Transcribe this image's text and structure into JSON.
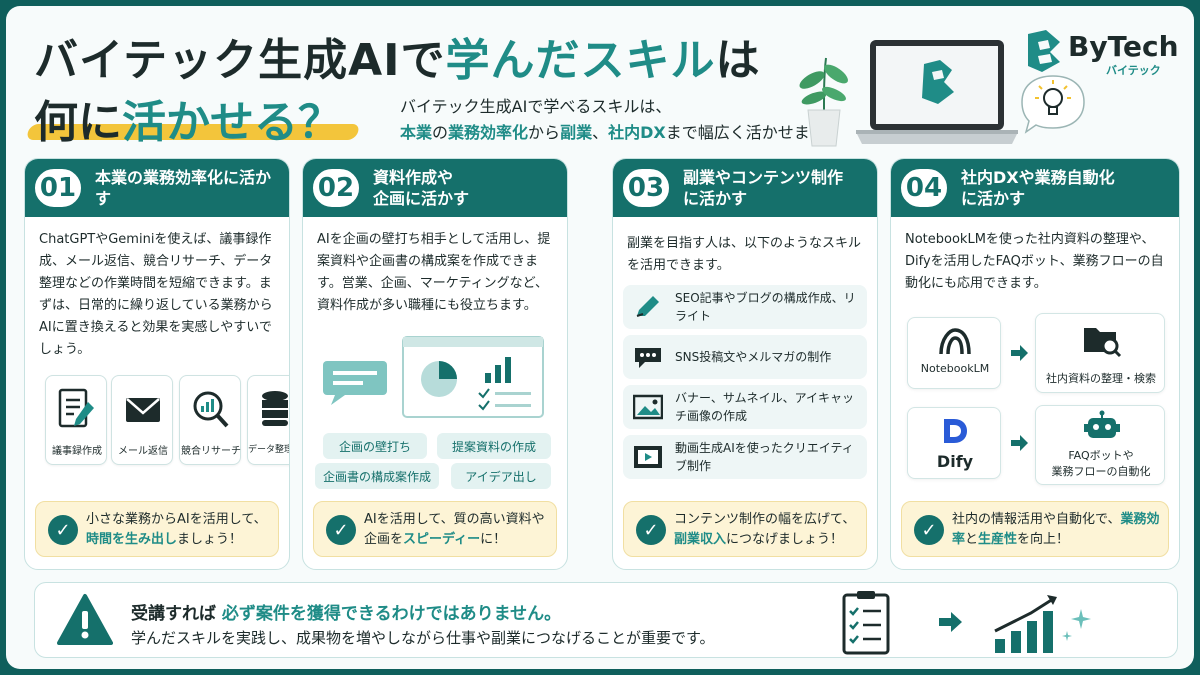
{
  "header": {
    "title_part1": "バイテック生成AIで",
    "title_part2": "学んだスキル",
    "title_part3": "は",
    "title_line2_part1": "何に",
    "title_line2_part2": "活かせる？",
    "subtitle_line1": "バイテック生成AIで学べるスキルは、",
    "subtitle_hl1": "本業",
    "subtitle_t1": "の",
    "subtitle_hl2": "業務効率化",
    "subtitle_t2": "から",
    "subtitle_hl3": "副業",
    "subtitle_t3": "、",
    "subtitle_hl4": "社内DX",
    "subtitle_t4": "まで幅広く活かせます。"
  },
  "logo": {
    "name": "ByTech",
    "sub": "バイテック"
  },
  "cards": [
    {
      "num": "01",
      "title": "本業の業務効率化に活かす",
      "body": "ChatGPTやGeminiを使えば、議事録作成、メール返信、競合リサーチ、データ整理などの作業時間を短縮できます。まずは、日常的に繰り返している業務からAIに置き換えると効果を実感しやすいでしょう。",
      "icons": [
        {
          "label": "議事録作成",
          "icon": "document-pen-icon"
        },
        {
          "label": "メール返信",
          "icon": "mail-icon"
        },
        {
          "label": "競合リサーチ",
          "icon": "magnifier-chart-icon"
        },
        {
          "label": "データ整理",
          "icon": "database-icon"
        }
      ],
      "callout_pre": "小さな業務からAIを活用して、",
      "callout_hl": "時間を生み出し",
      "callout_post": "ましょう！"
    },
    {
      "num": "02",
      "title_l1": "資料作成や",
      "title_l2": "企画に活かす",
      "body": "AIを企画の壁打ち相手として活用し、提案資料や企画書の構成案を作成できます。営業、企画、マーケティングなど、資料作成が多い職種にも役立ちます。",
      "tags": [
        "企画の壁打ち",
        "提案資料の作成",
        "企画書の構成案作成",
        "アイデア出し"
      ],
      "callout_pre": "AIを活用して、質の高い資料や企画を",
      "callout_hl": "スピーディー",
      "callout_post": "に！"
    },
    {
      "num": "03",
      "title_l1": "副業やコンテンツ制作",
      "title_l2": "に活かす",
      "body": "副業を目指す人は、以下のようなスキルを活用できます。",
      "rows": [
        {
          "text": "SEO記事やブログの構成作成、リライト",
          "icon": "pen-icon"
        },
        {
          "text": "SNS投稿文やメルマガの制作",
          "icon": "chat-bubble-icon"
        },
        {
          "text": "バナー、サムネイル、アイキャッチ画像の作成",
          "icon": "image-icon"
        },
        {
          "text": "動画生成AIを使ったクリエイティブ制作",
          "icon": "video-icon"
        }
      ],
      "callout_pre": "コンテンツ制作の幅を広げて、",
      "callout_hl": "副業収入",
      "callout_post": "につなげましょう！"
    },
    {
      "num": "04",
      "title_l1": "社内DXや業務自動化",
      "title_l2": "に活かす",
      "body": "NotebookLMを使った社内資料の整理や、Difyを活用したFAQボット、業務フローの自動化にも応用できます。",
      "tool1": "NotebookLM",
      "result1": "社内資料の整理・検索",
      "tool2": "Dify",
      "result2_l1": "FAQボットや",
      "result2_l2": "業務フローの自動化",
      "callout_pre": "社内の情報活用や自動化で、",
      "callout_hl1": "業務効率",
      "callout_mid": "と",
      "callout_hl2": "生産性",
      "callout_post": "を向上！"
    }
  ],
  "bottom": {
    "line1_pre": "受講すれば",
    "line1_hl": "必ず案件を獲得できるわけではありません。",
    "line2": "学んだスキルを実践し、成果物を増やしながら仕事や副業につなげることが重要です。"
  },
  "colors": {
    "teal": "#15706b",
    "accent": "#1f8c87",
    "yellow": "#f2c230",
    "callout_bg": "#fdf4d6"
  }
}
